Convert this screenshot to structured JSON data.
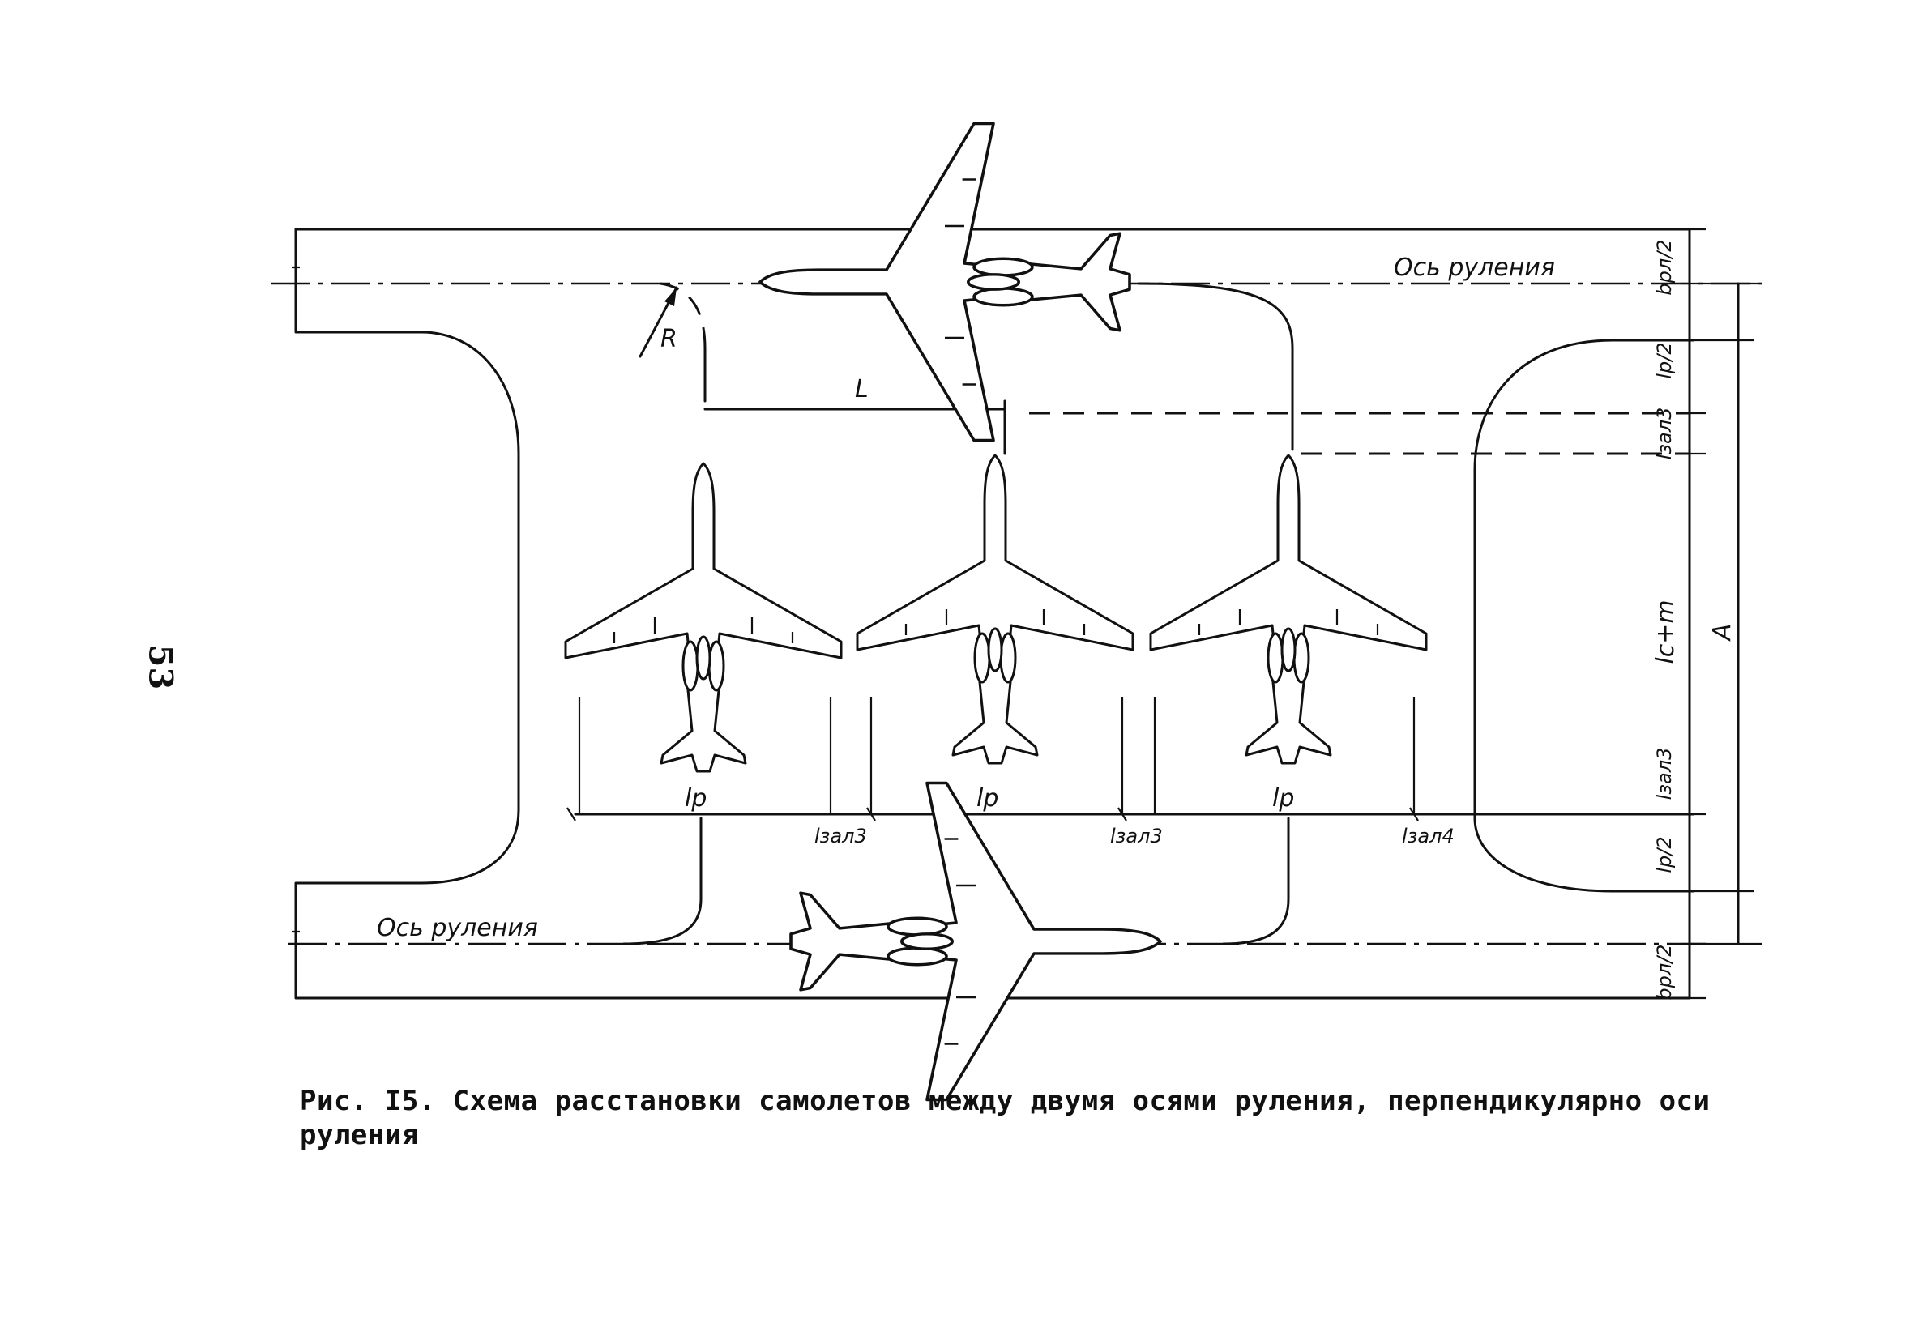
{
  "page_number": "53",
  "caption": "Рис. I5. Схема расстановки самолетов между двумя осями руления, перпендикулярно оси руления",
  "labels": {
    "axis_top": "Ось руления",
    "axis_bottom": "Ось руления",
    "radius": "R",
    "spacing": "L",
    "aircraft_length": "lр",
    "gap_3": "lзал3",
    "gap_4": "lзал4",
    "right_scale_1": "bрл/2",
    "right_scale_2": "lр/2",
    "right_scale_3": "lзал3",
    "right_scale_4": "lc+m",
    "right_scale_5": "lзал3",
    "right_scale_6": "lр/2",
    "right_scale_7": "bрл/2",
    "total_dimension": "A"
  }
}
